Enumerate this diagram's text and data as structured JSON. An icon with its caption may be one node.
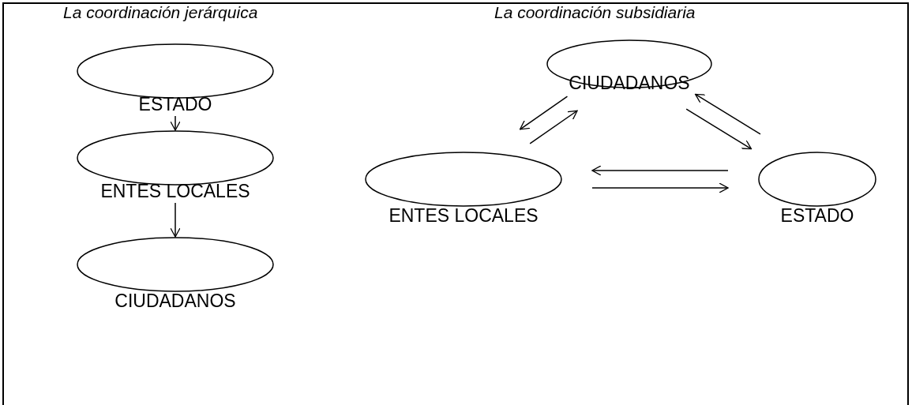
{
  "diagram": {
    "nodes": [
      {
        "text": [
          "ESTADO"
        ]
      },
      {
        "text": [
          "ENTES LOCALES"
        ]
      },
      {
        "text": [
          "CIUDADANOS"
        ]
      },
      {
        "text": [
          "CIUDADANOS"
        ]
      },
      {
        "text": [
          "ENTES LOCALES"
        ]
      },
      {
        "text": [
          "ESTADO"
        ]
      }
    ],
    "edges": [
      {
        "from": 0,
        "to": 1,
        "arrow": "to"
      },
      {
        "from": 1,
        "to": 2,
        "arrow": "to"
      },
      {
        "from": 3,
        "to": 4,
        "arrow": "to"
      },
      {
        "from": 4,
        "to": 3,
        "arrow": "to"
      },
      {
        "from": 3,
        "to": 5,
        "arrow": "to"
      },
      {
        "from": 5,
        "to": 3,
        "arrow": "to"
      },
      {
        "from": 5,
        "to": 4,
        "arrow": "to"
      },
      {
        "from": 4,
        "to": 5,
        "arrow": "to"
      }
    ],
    "labels": [
      "La coordinación jerárquica",
      "La coordinación subsidiaria"
    ]
  }
}
